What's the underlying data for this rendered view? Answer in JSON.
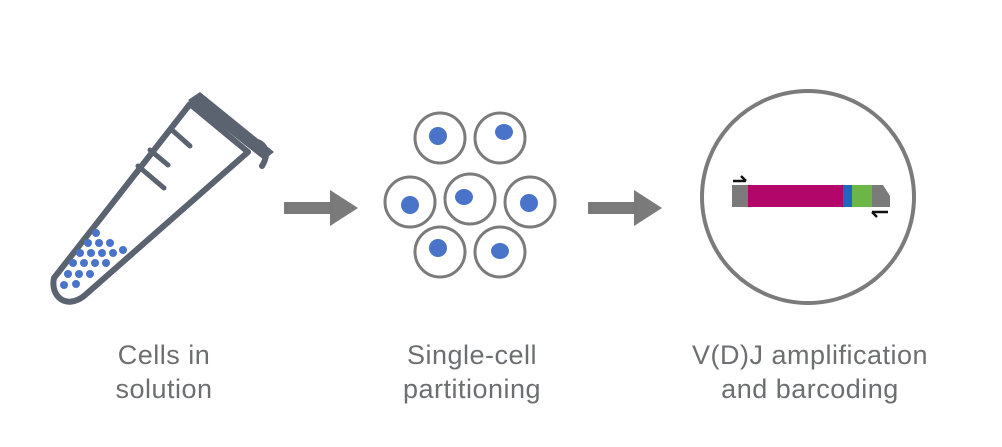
{
  "colors": {
    "tube": "#5b6370",
    "cell_outline": "#7b7b7b",
    "nucleus": "#4a74c9",
    "arrow": "#7a7a7a",
    "strand_gray": "#7b7b7b",
    "segment_v": "#b3066b",
    "segment_j": "#1f66c1",
    "segment_c": "#6db547",
    "primer": "#111111",
    "caption": "#6d6e71"
  },
  "icons": [
    "tube-icon",
    "cells-icon",
    "amplicon-icon",
    "arrow-right-icon",
    "primer-arrow-icon"
  ],
  "steps": [
    {
      "line1": "Cells in",
      "line2": "solution"
    },
    {
      "line1": "Single-cell",
      "line2": "partitioning"
    },
    {
      "line1": "V(D)J amplification",
      "line2": "and barcoding"
    }
  ]
}
